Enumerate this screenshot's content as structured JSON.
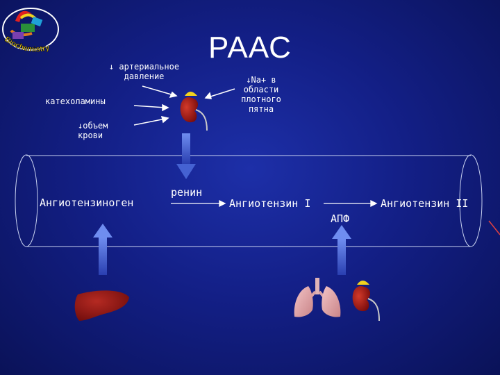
{
  "slide": {
    "title": "РААС",
    "logo_text": "Biochemistry",
    "stimuli": {
      "arterial_pressure_line1": "↓ артериальное",
      "arterial_pressure_line2": "давление",
      "catecholamines": "катехоламины",
      "blood_volume_line1": "↓объем",
      "blood_volume_line2": "крови",
      "sodium_line1": "↓Na+ в",
      "sodium_line2": "области",
      "sodium_line3": "плотного",
      "sodium_line4": "пятна"
    },
    "pathway": {
      "angiotensinogen": "Ангиотензиноген",
      "renin": "ренин",
      "angiotensin_1": "Ангиотензин I",
      "angiotensin_2": "Ангиотензин II",
      "ace": "АПФ"
    },
    "colors": {
      "background": "#131f86",
      "arrow_blue": "#4b6bd8",
      "organ_red": "#9e1414",
      "lung_pink": "#e8a9ad",
      "text": "#ffffff"
    }
  }
}
